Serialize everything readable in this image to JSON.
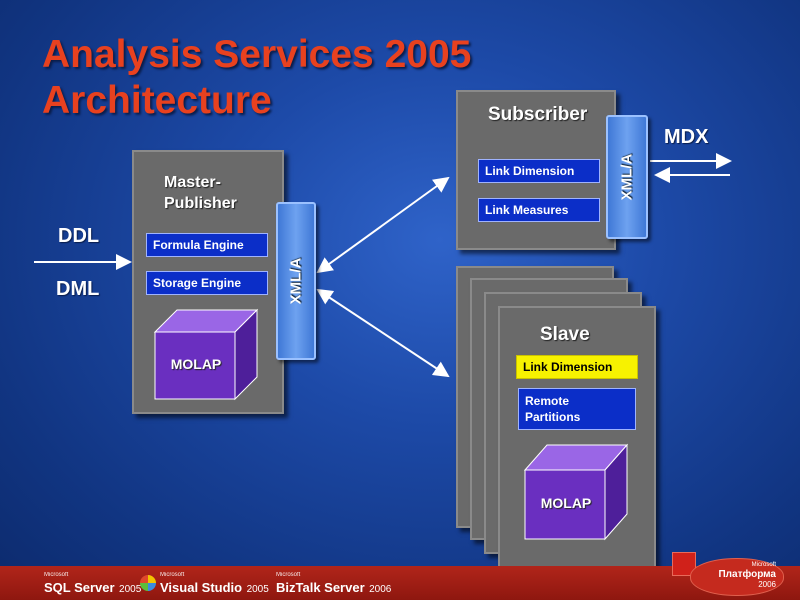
{
  "title": {
    "line1": "Analysis Services 2005",
    "line2": "Architecture"
  },
  "master": {
    "label_line1": "Master-",
    "label_line2": "Publisher",
    "formula_engine": "Formula Engine",
    "storage_engine": "Storage Engine",
    "molap": "MOLAP",
    "xmla": "XML/A"
  },
  "subscriber": {
    "label": "Subscriber",
    "link_dimension": "Link Dimension",
    "link_measures": "Link Measures",
    "xmla": "XML/A",
    "mdx": "MDX"
  },
  "slave": {
    "label": "Slave",
    "link_dimension": "Link Dimension",
    "remote_line1": "Remote",
    "remote_line2": "Partitions",
    "molap": "MOLAP"
  },
  "inputs": {
    "ddl": "DDL",
    "dml": "DML"
  },
  "footer": {
    "sql": {
      "ms": "Microsoft",
      "product": "SQL Server",
      "version": "2005"
    },
    "vs": {
      "ms": "Microsoft",
      "product": "Visual Studio",
      "version": "2005"
    },
    "biztalk": {
      "ms": "Microsoft",
      "product": "BizTalk Server",
      "version": "2006"
    },
    "platform": {
      "ms": "Microsoft",
      "product": "Платформа",
      "version": "2006"
    }
  },
  "colors": {
    "title": "#e8411f",
    "blue_box": "#0b2ec8",
    "yellow_box": "#f7f200",
    "molap_cube": "#6a2fc0",
    "footer": "#a51f16"
  }
}
